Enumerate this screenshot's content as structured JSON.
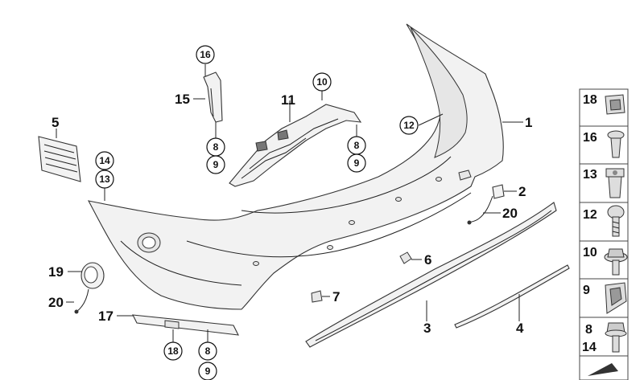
{
  "callouts": {
    "c1": "1",
    "c2": "2",
    "c3": "3",
    "c4": "4",
    "c5": "5",
    "c6": "6",
    "c7": "7",
    "c8a": "8",
    "c8b": "8",
    "c8c": "8",
    "c9a": "9",
    "c9b": "9",
    "c9c": "9",
    "c10": "10",
    "c11": "11",
    "c12": "12",
    "c13": "13",
    "c14": "14",
    "c15": "15",
    "c16": "16",
    "c17": "17",
    "c18": "18",
    "c19": "19",
    "c20a": "20",
    "c20b": "20"
  },
  "sidebar": {
    "items": [
      {
        "label": "18"
      },
      {
        "label": "16"
      },
      {
        "label": "13"
      },
      {
        "label": "12"
      },
      {
        "label": "10"
      },
      {
        "label": "9"
      },
      {
        "label": "8",
        "label2": "14"
      }
    ]
  },
  "colors": {
    "line": "#222222",
    "part_fill": "#f2f2f2",
    "panel_border": "#444444"
  }
}
